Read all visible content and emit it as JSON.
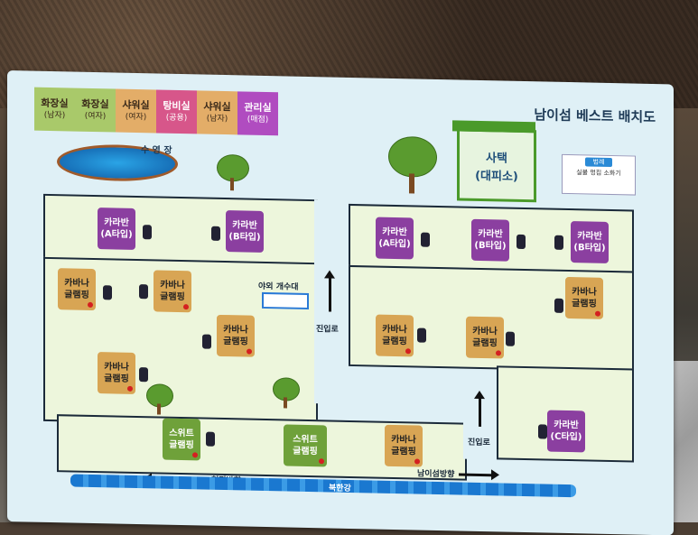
{
  "sign": {
    "title": "남이섬 베스트 배치도",
    "legend": [
      {
        "label": "화장실",
        "sub": "(남자)",
        "color": "#a9c96a"
      },
      {
        "label": "화장실",
        "sub": "(여자)",
        "color": "#a9c96a"
      },
      {
        "label": "샤워실",
        "sub": "(여자)",
        "color": "#e3ad68"
      },
      {
        "label": "탕비실",
        "sub": "(공용)",
        "color": "#d7568a"
      },
      {
        "label": "샤워실",
        "sub": "(남자)",
        "color": "#e3ad68"
      },
      {
        "label": "관리실",
        "sub": "(매점)",
        "color": "#b04cc0"
      }
    ],
    "pool": "수 영 장",
    "office": "사택\n(대피소)",
    "mini_legend": {
      "head": "범례",
      "items": "실불  멍칩  소화기"
    },
    "sink": "야외 개수대",
    "entrance": "진입로",
    "entrance2": "진입로",
    "dir_left": "청평방향",
    "dir_right": "남이섬방향",
    "river": "북한강",
    "sites": {
      "p1": {
        "a": "카라반",
        "b": "(A타입)"
      },
      "p2": {
        "a": "카라반",
        "b": "(B타입)"
      },
      "p3": {
        "a": "카라반",
        "b": "(A타입)"
      },
      "p4": {
        "a": "카라반",
        "b": "(B타입)"
      },
      "p5": {
        "a": "카라반",
        "b": "(B타입)"
      },
      "p6": {
        "a": "카라반",
        "b": "(C타입)"
      },
      "t1": {
        "a": "카바나",
        "b": "글램핑"
      },
      "t2": {
        "a": "카바나",
        "b": "글램핑"
      },
      "t3": {
        "a": "카바나",
        "b": "글램핑"
      },
      "t4": {
        "a": "카바나",
        "b": "글램핑"
      },
      "t5": {
        "a": "카바나",
        "b": "글램핑"
      },
      "t6": {
        "a": "카바나",
        "b": "글램핑"
      },
      "t7": {
        "a": "카바나",
        "b": "글램핑"
      },
      "t8": {
        "a": "카바나",
        "b": "글램핑"
      },
      "g1": {
        "a": "스위트",
        "b": "글램핑"
      },
      "g2": {
        "a": "스위트",
        "b": "글램핑"
      }
    }
  }
}
